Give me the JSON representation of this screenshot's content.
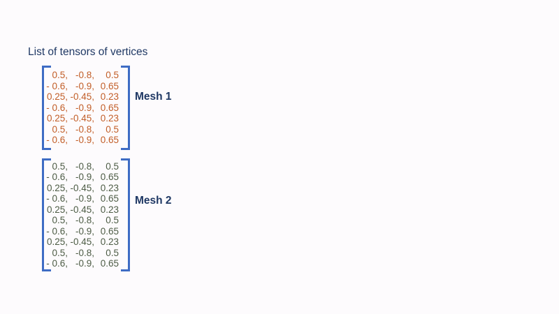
{
  "title": "List of tensors of vertices",
  "colors": {
    "background": "#FDFBFD",
    "heading_text": "#1F3864",
    "bracket": "#3E6CC4"
  },
  "matrices": [
    {
      "label": "Mesh 1",
      "values_color": "#C25E28",
      "rows": [
        [
          "0.5,",
          "-0.8,",
          "0.5"
        ],
        [
          "- 0.6,",
          "-0.9,",
          "0.65"
        ],
        [
          "0.25,",
          "-0.45,",
          "0.23"
        ],
        [
          "- 0.6,",
          "-0.9,",
          "0.65"
        ],
        [
          "0.25,",
          "-0.45,",
          "0.23"
        ],
        [
          "0.5,",
          "-0.8,",
          "0.5"
        ],
        [
          "- 0.6,",
          "-0.9,",
          "0.65"
        ]
      ]
    },
    {
      "label": "Mesh 2",
      "values_color": "#4D5C45",
      "rows": [
        [
          "0.5,",
          "-0.8,",
          "0.5"
        ],
        [
          "- 0.6,",
          "-0.9,",
          "0.65"
        ],
        [
          "0.25,",
          "-0.45,",
          "0.23"
        ],
        [
          "- 0.6,",
          "-0.9,",
          "0.65"
        ],
        [
          "0.25,",
          "-0.45,",
          "0.23"
        ],
        [
          "0.5,",
          "-0.8,",
          "0.5"
        ],
        [
          "- 0.6,",
          "-0.9,",
          "0.65"
        ],
        [
          "0.25,",
          "-0.45,",
          "0.23"
        ],
        [
          "0.5,",
          "-0.8,",
          "0.5"
        ],
        [
          "- 0.6,",
          "-0.9,",
          "0.65"
        ]
      ]
    }
  ]
}
